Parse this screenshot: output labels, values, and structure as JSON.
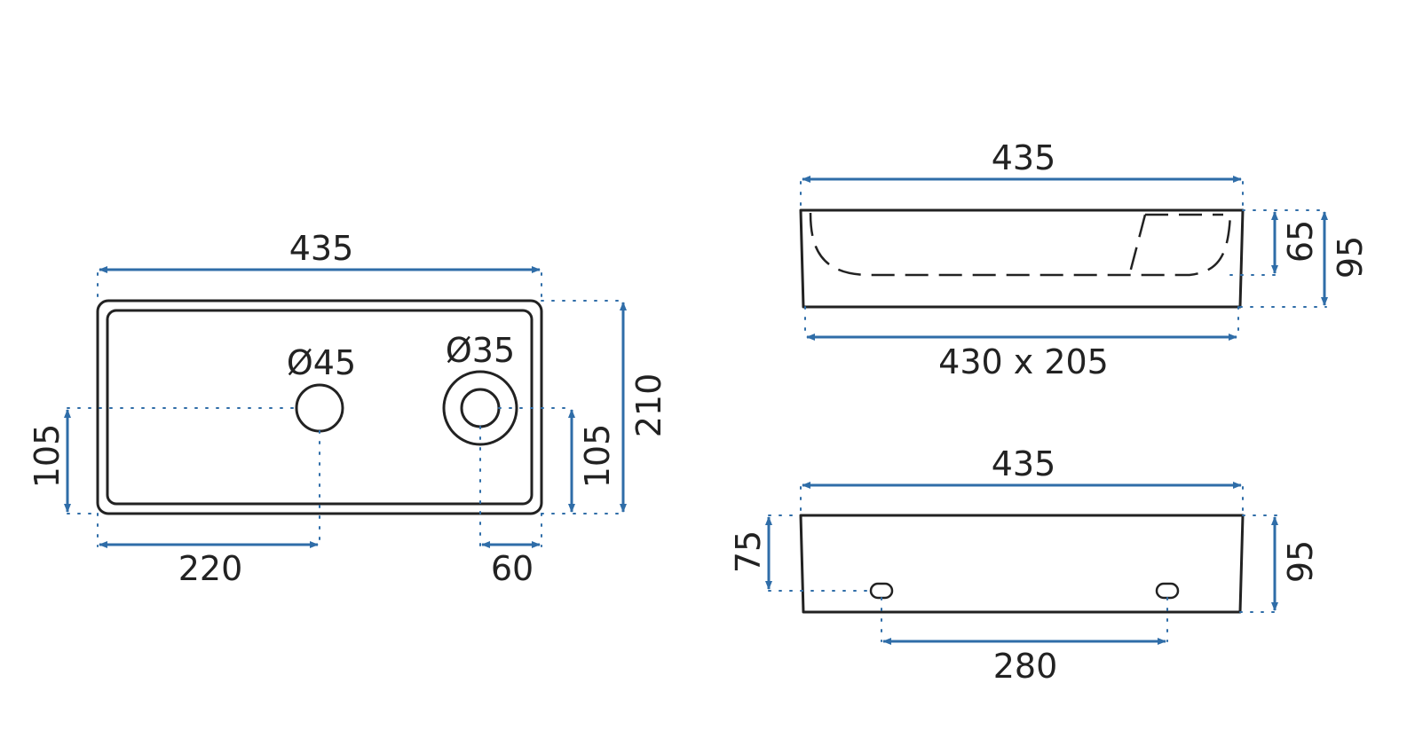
{
  "colors": {
    "dimension": "#2f6da8",
    "outline": "#222222",
    "background": "#ffffff"
  },
  "top_view": {
    "width": "435",
    "height": "210",
    "hole_tap": "Ø45",
    "hole_drain": "Ø35",
    "left_offset": "105",
    "right_offset": "105",
    "tap_x": "220",
    "drain_x": "60"
  },
  "side_view": {
    "width": "435",
    "bowl": "430 x 205",
    "inner_depth": "65",
    "total_height": "95"
  },
  "back_view": {
    "width": "435",
    "mount_height": "75",
    "total_height": "95",
    "mount_spacing": "280"
  }
}
